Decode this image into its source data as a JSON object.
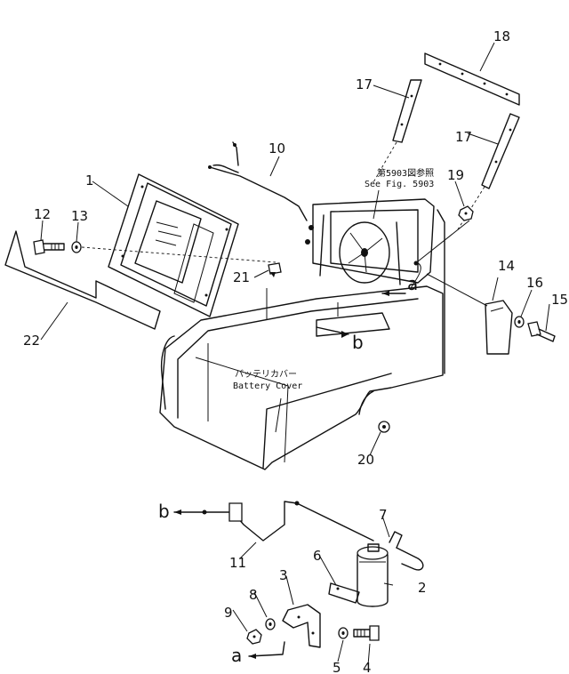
{
  "callouts": {
    "n1": "1",
    "n2": "2",
    "n3": "3",
    "n4": "4",
    "n5": "5",
    "n6": "6",
    "n7": "7",
    "n8": "8",
    "n9": "9",
    "n10": "10",
    "n11": "11",
    "n12": "12",
    "n13": "13",
    "n14": "14",
    "n15": "15",
    "n16": "16",
    "n17a": "17",
    "n17b": "17",
    "n18": "18",
    "n19": "19",
    "n20": "20",
    "n21": "21",
    "n22": "22"
  },
  "connectors": {
    "a_top": "a",
    "b_top": "b",
    "b_bottom": "b",
    "a_bottom": "a"
  },
  "notes": {
    "fig_ref_jp": "第5903図参照",
    "fig_ref_en": "See Fig. 5903",
    "battery_cover_jp": "バッテリカバー",
    "battery_cover_en": "Battery Cover"
  }
}
